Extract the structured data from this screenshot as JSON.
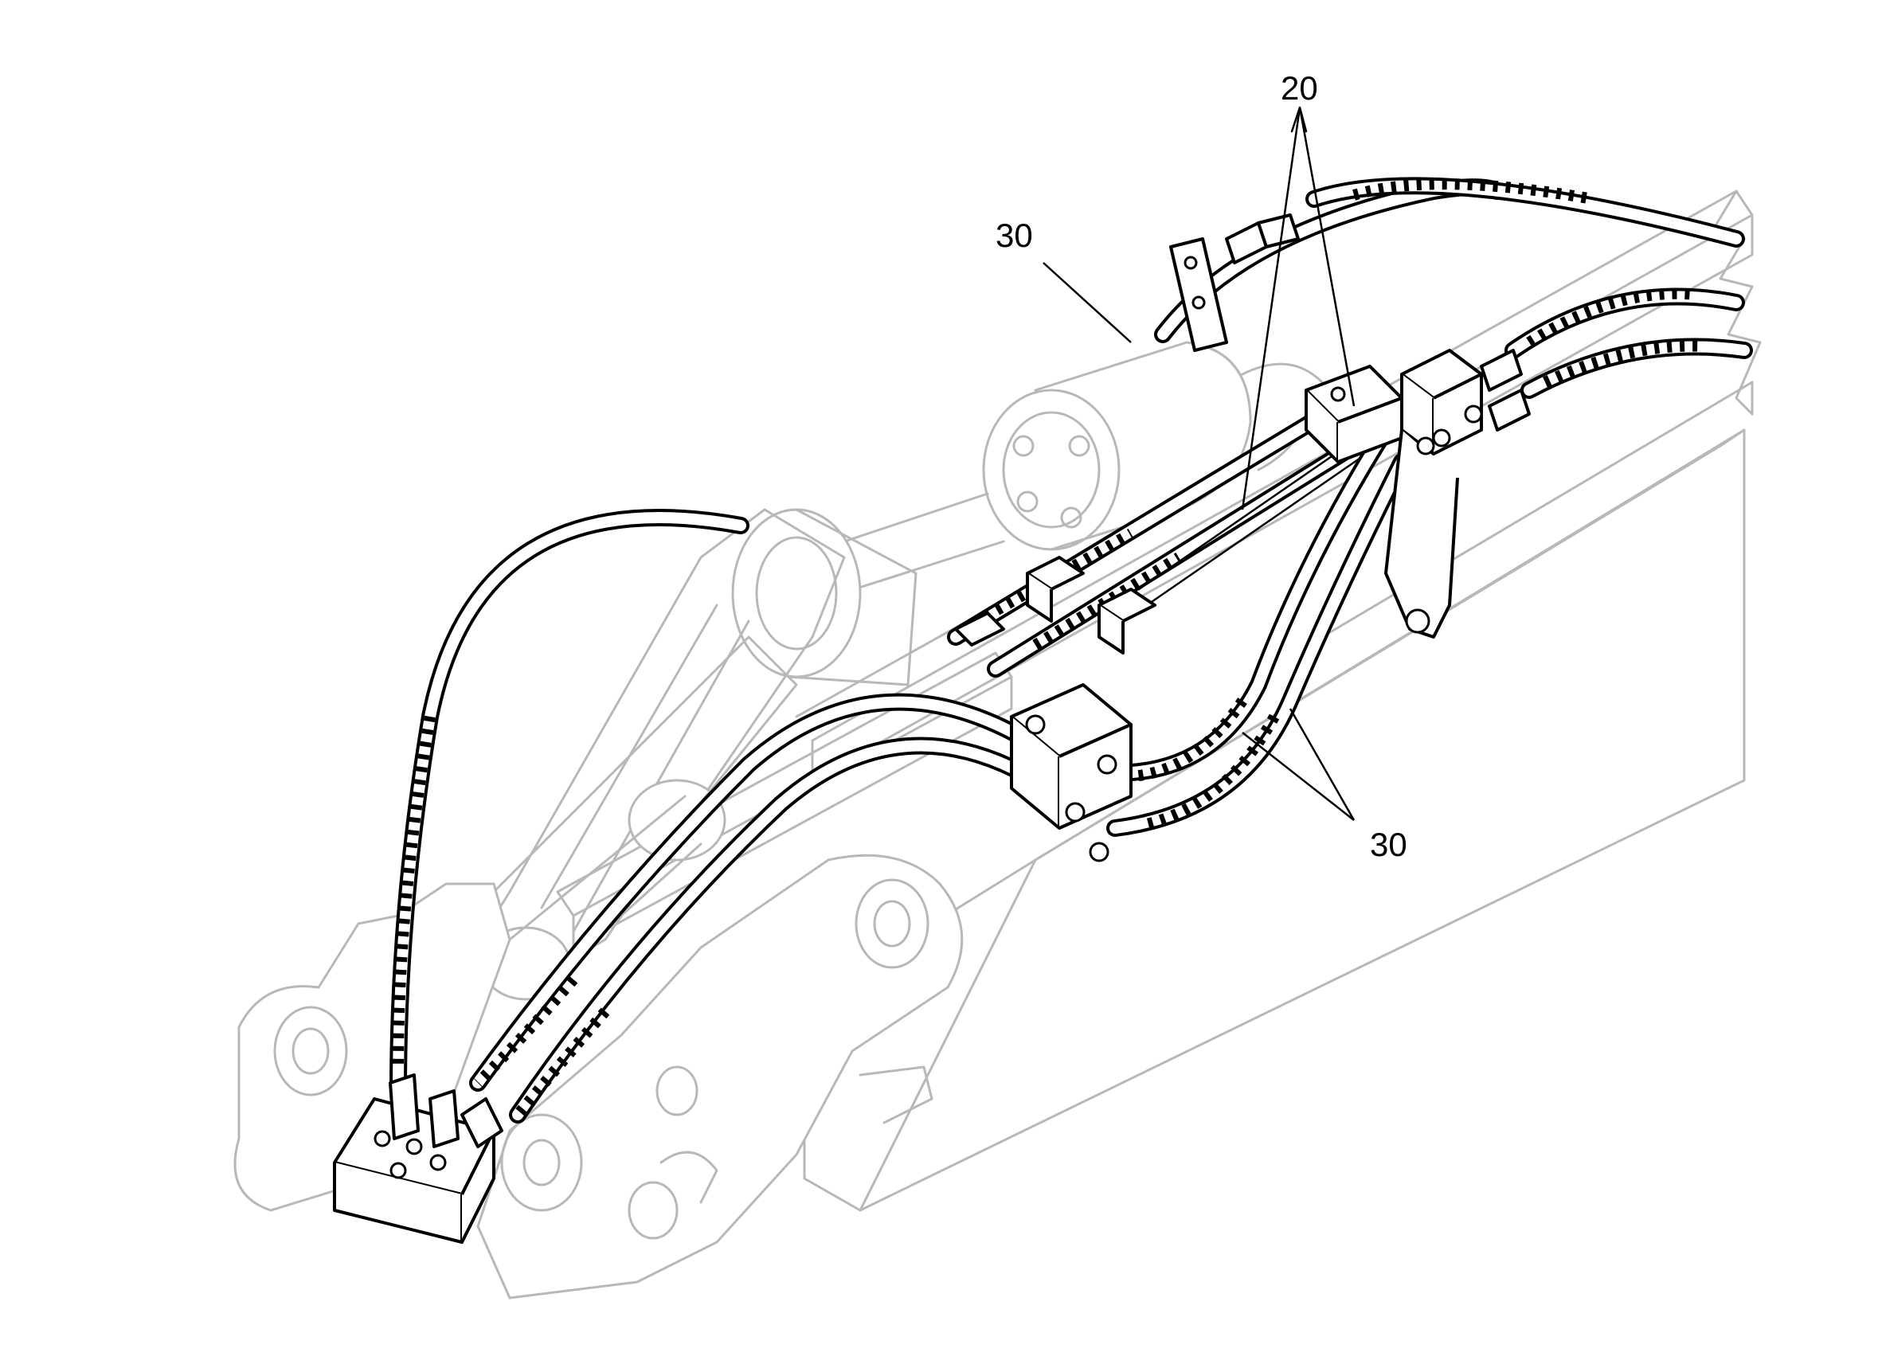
{
  "callouts": [
    {
      "id": "callout-20",
      "text": "20"
    },
    {
      "id": "callout-30-top",
      "text": "30"
    },
    {
      "id": "callout-30-bottom",
      "text": "30"
    }
  ],
  "colors": {
    "ink": "#000000",
    "ghost": "#b8b8b8",
    "background": "#ffffff"
  }
}
